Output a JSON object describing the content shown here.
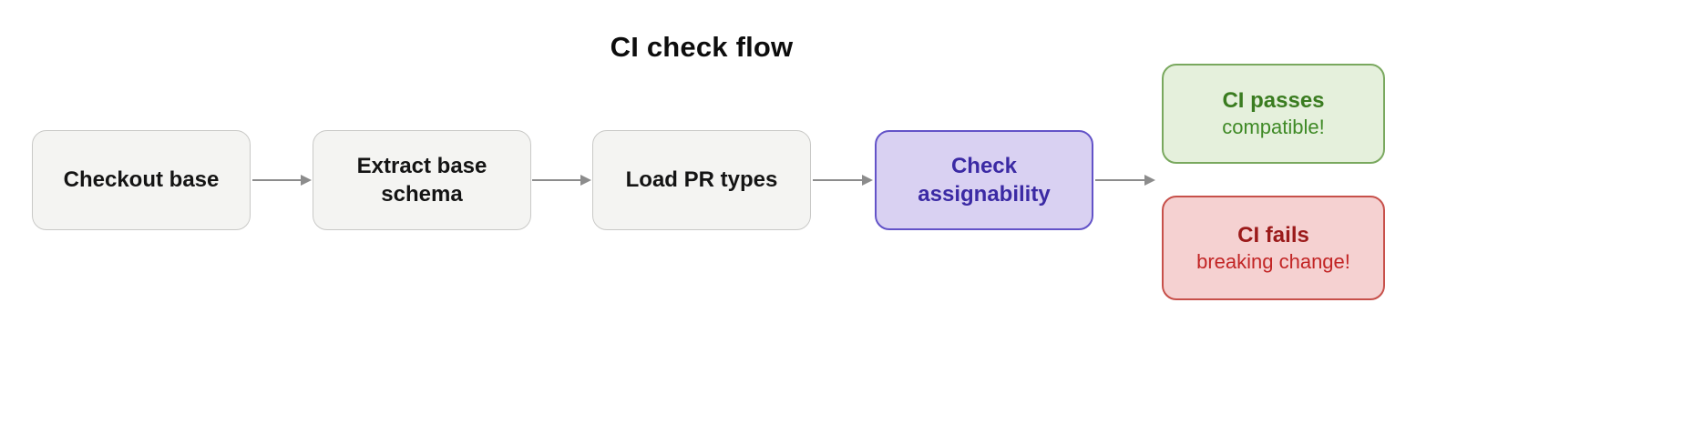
{
  "title": "CI check flow",
  "steps": [
    {
      "label": "Checkout base"
    },
    {
      "label": "Extract base schema"
    },
    {
      "label": "Load PR types"
    },
    {
      "label": "Check assignability"
    }
  ],
  "outcomes": {
    "pass": {
      "label": "CI passes",
      "detail": "compatible!"
    },
    "fail": {
      "label": "CI fails",
      "detail": "breaking change!"
    }
  },
  "connections": [
    {
      "from": "Checkout base",
      "to": "Extract base schema"
    },
    {
      "from": "Extract base schema",
      "to": "Load PR types"
    },
    {
      "from": "Load PR types",
      "to": "Check assignability"
    },
    {
      "from": "Check assignability",
      "to": "CI passes / CI fails"
    }
  ],
  "colors": {
    "step_bg": "#f4f4f2",
    "step_border": "#c9c9c7",
    "step_text": "#141414",
    "highlight_bg": "#d9d1f2",
    "highlight_border": "#6353c8",
    "highlight_text": "#3b2aa4",
    "pass_bg": "#e5f0dc",
    "pass_border": "#79a85e",
    "pass_text": "#3a7c20",
    "fail_bg": "#f5d1d1",
    "fail_border": "#c7504a",
    "fail_text": "#9b1a1a",
    "arrow": "#8c8c8c"
  }
}
